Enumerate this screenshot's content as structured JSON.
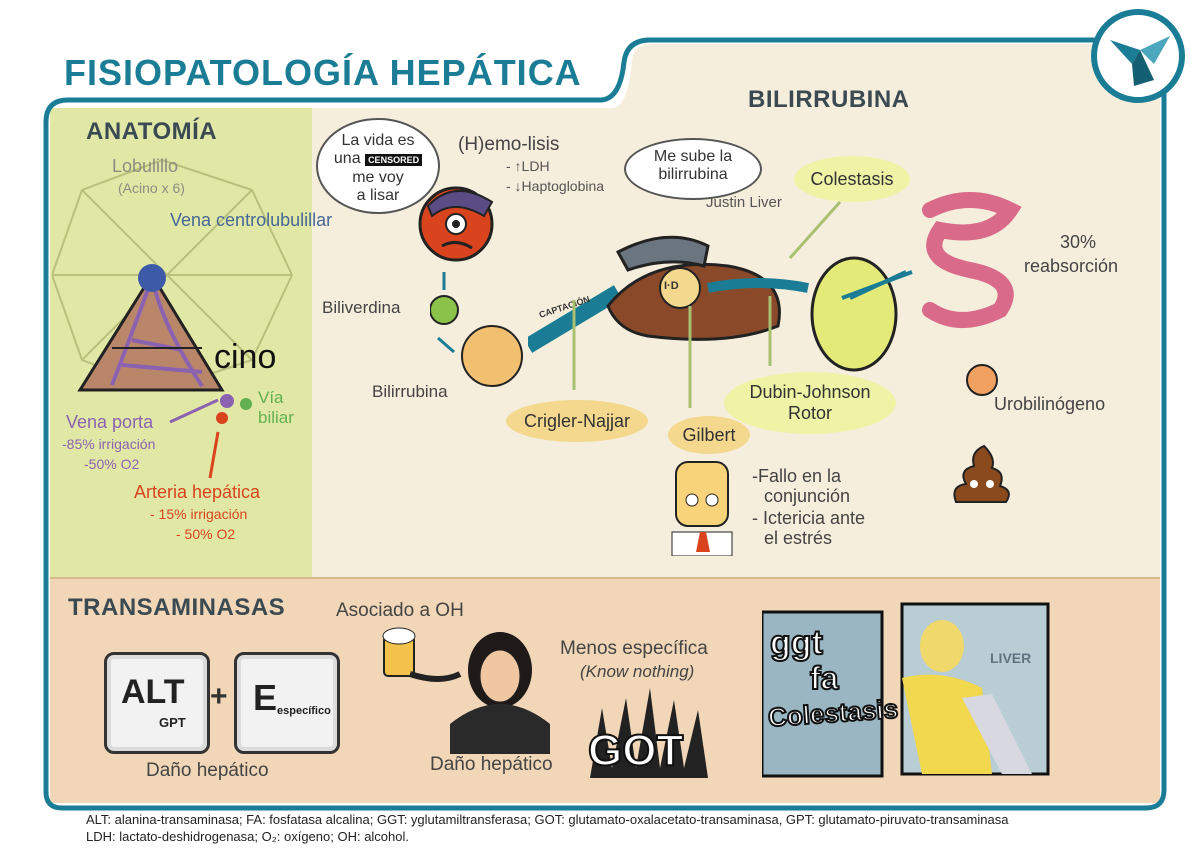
{
  "title": "FISIOPATOLOGÍA HEPÁTICA",
  "colors": {
    "frame": "#1b7d95",
    "anatomy_bg": "#e1e8a6",
    "bili_bg": "#f6eedc",
    "trans_bg": "#f1d7b8",
    "pill": "#f3d88e",
    "pill_green": "#eef3a6"
  },
  "logo": {
    "icon": "bird-origami-logo-icon"
  },
  "anatomy": {
    "title": "ANATOMÍA",
    "lobulillo": "Lobulillo",
    "acino_x6": "(Acino x 6)",
    "vena_centro": "Vena centrolubulillar",
    "acino_suffix": "cino",
    "via_biliar": "Vía biliar",
    "vena_porta": "Vena porta",
    "vp_irrigacion": "-85% irrigación",
    "vp_o2": "-50% O2",
    "arteria": "Arteria hepática",
    "ah_irrigacion": "- 15% irrigación",
    "ah_o2": "- 50% O2"
  },
  "bilirrubina": {
    "title": "BILIRRUBINA",
    "bubble_vida_1": "La vida es",
    "bubble_vida_2": "una",
    "censored": "CENSORED",
    "bubble_vida_3": "me voy",
    "bubble_vida_4": "a lisar",
    "hemolisis": "(H)emo-lisis",
    "ldh": "- ↑LDH",
    "haptoglobina": "- ↓Haptoglobina",
    "bubble_sube_1": "Me sube la",
    "bubble_sube_2": "bilirrubina",
    "justin": "Justin Liver",
    "biliverdina": "Biliverdina",
    "bilirrubina_label": "Bilirrubina",
    "captacion": "CAPTACIÓN",
    "id_badge": "I·D",
    "colestasis": "Colestasis",
    "crigler": "Crigler-Najjar",
    "gilbert": "Gilbert",
    "dubin_1": "Dubin-Johnson",
    "dubin_2": "Rotor",
    "reabs_pct": "30%",
    "reabs": "reabsorción",
    "urobilinogeno": "Urobilinógeno",
    "fallo_1": "-Fallo en la",
    "fallo_2": "conjunción",
    "icter_1": "- Ictericia ante",
    "icter_2": "el estrés"
  },
  "transaminasas": {
    "title": "TRANSAMINASAS",
    "alt": "ALT",
    "gpt": "GPT",
    "plus": "+",
    "e": "E",
    "especifico": "específico",
    "dano_1": "Daño hepático",
    "asociado": "Asociado a OH",
    "menos": "Menos específica",
    "know": "(Know nothing)",
    "dano_2": "Daño hepático",
    "got": "GOT",
    "ggt": "ggt",
    "fa": "fa",
    "colestasis_art": "Colestasis",
    "liver_sign": "LIVER"
  },
  "footnote": {
    "line1": "ALT: alanina-transaminasa; FA: fosfatasa alcalina; GGT: yglutamiltransferasa; GOT: glutamato-oxalacetato-transaminasa, GPT: glutamato-piruvato-transaminasa",
    "line2": "LDH: lactato-deshidrogenasa; O₂: oxígeno; OH: alcohol."
  }
}
